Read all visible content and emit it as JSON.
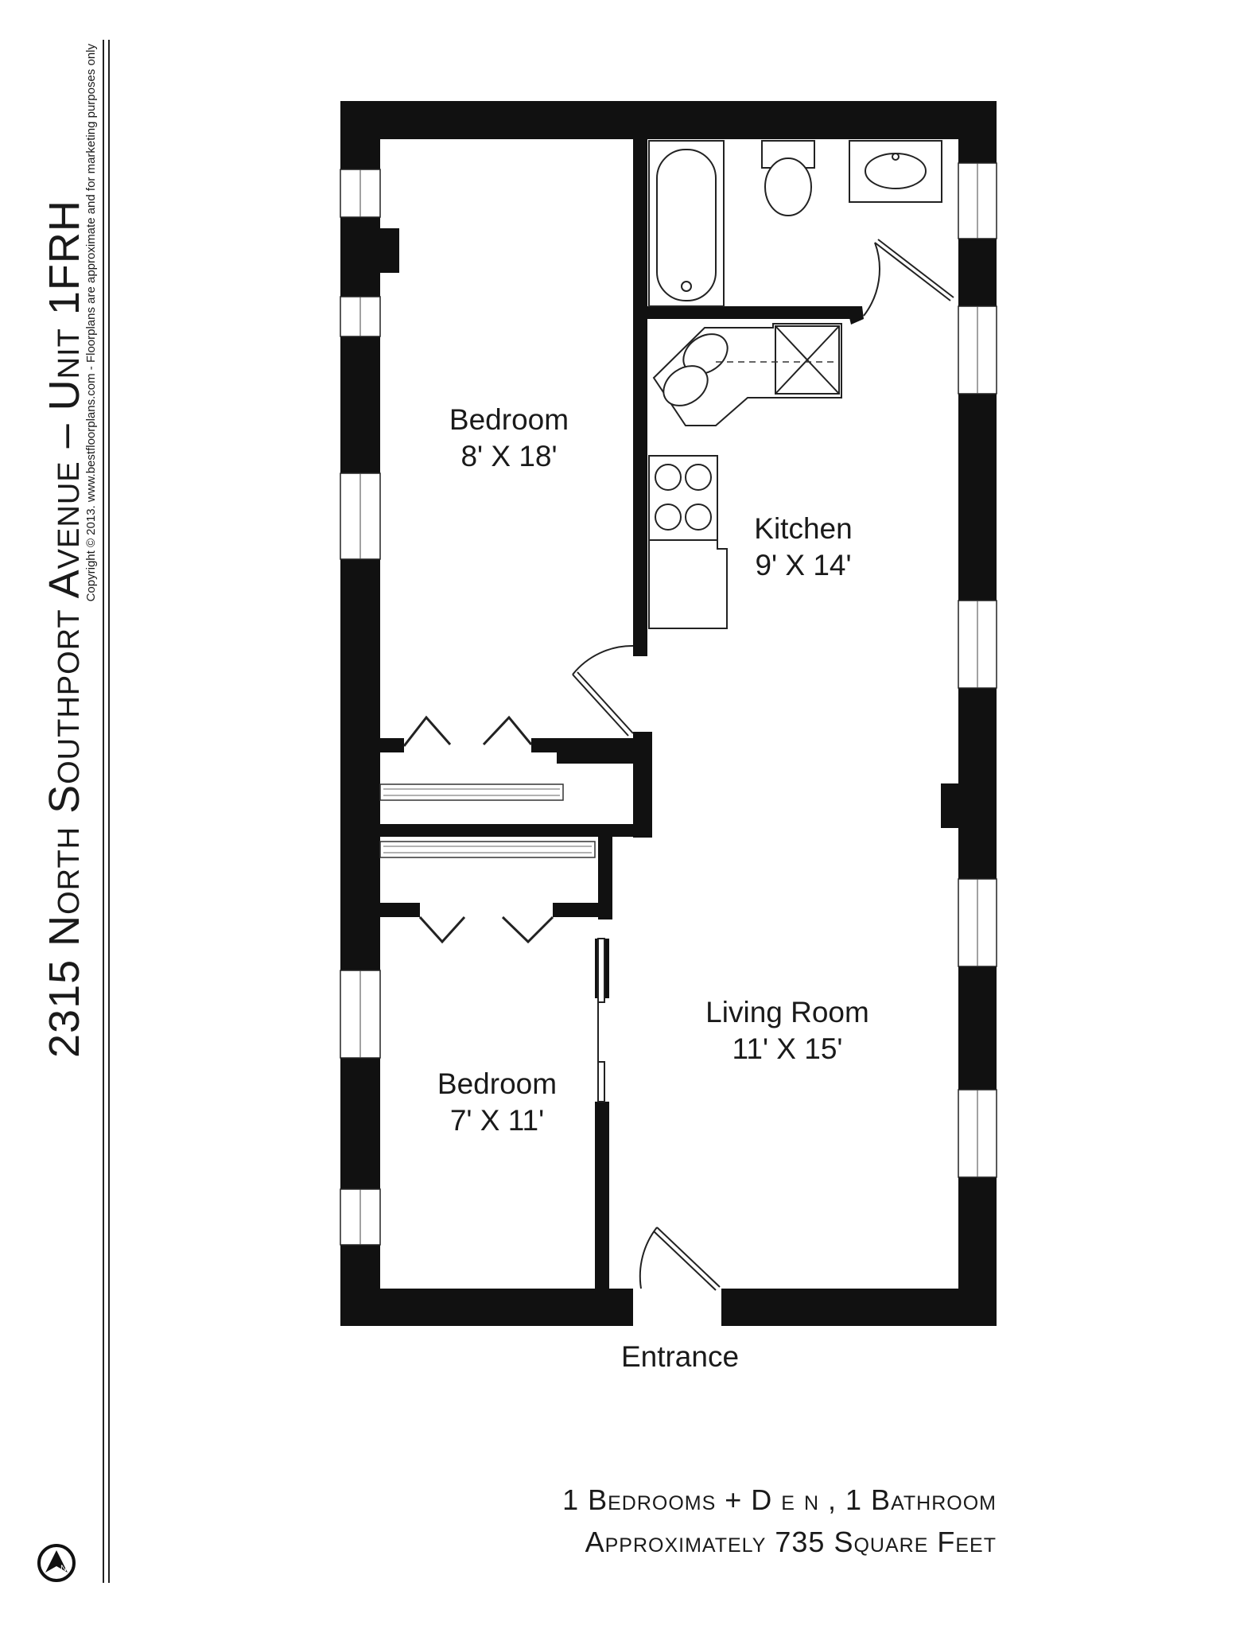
{
  "sidebar": {
    "title": "2315 North Southport Avenue – Unit 1FRH",
    "copyright": "Copyright © 2013. www.bestfloorplans.com - Floorplans are approximate and for marketing purposes only"
  },
  "rooms": [
    {
      "name": "Bedroom",
      "size": "8' X 18'"
    },
    {
      "name": "Kitchen",
      "size": "9' X 14'"
    },
    {
      "name": "Living Room",
      "size": "11' X 15'"
    },
    {
      "name": "Bedroom",
      "size": "7' X 11'"
    }
  ],
  "entrance_label": "Entrance",
  "summary": {
    "line1": "1 Bedrooms + D e n , 1 Bathroom",
    "line2": "Approximately 735 Square Feet"
  },
  "north_icon": "north-arrow-icon",
  "colors": {
    "wall": "#111111",
    "line": "#333333"
  }
}
